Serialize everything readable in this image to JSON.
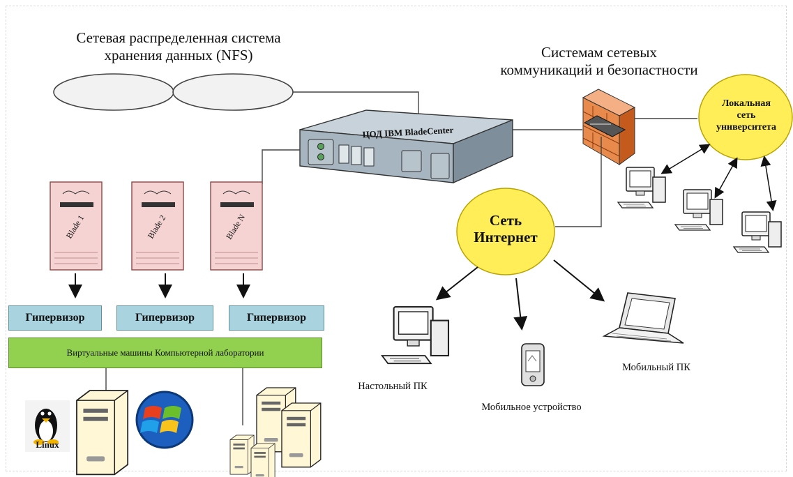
{
  "storage": {
    "title_line1": "Сетевая распределенная система",
    "title_line2": "хранения данных (NFS)"
  },
  "security": {
    "title_line1": "Системам сетевых",
    "title_line2": "коммуникаций и безопастности"
  },
  "blade_center": {
    "label": "ЦОД IBM BladeCenter"
  },
  "blades": [
    {
      "label": "Blade 1"
    },
    {
      "label": "Blade 2"
    },
    {
      "label": "Blade N"
    }
  ],
  "hypervisors": [
    {
      "label": "Гипервизор"
    },
    {
      "label": "Гипервизор"
    },
    {
      "label": "Гипервизор"
    }
  ],
  "vm_bar": {
    "label": "Виртуальные машины Компьютерной лаборатории"
  },
  "os": {
    "linux_label": "Linux"
  },
  "internet": {
    "line1": "Сеть",
    "line2": "Интернет"
  },
  "local_net": {
    "line1": "Локальная",
    "line2": "сеть",
    "line3": "университета"
  },
  "devices": {
    "desktop": "Настольный ПК",
    "mobile_device": "Мобильное устройство",
    "laptop": "Мобильный ПК"
  },
  "colors": {
    "circle_fill": "#ffee58",
    "circle_stroke": "#b8a400",
    "blade_fill": "#f6d3d3",
    "hypervisor_fill": "#a9d3de",
    "vm_fill": "#92d050",
    "firewall": "#e88a4c"
  }
}
